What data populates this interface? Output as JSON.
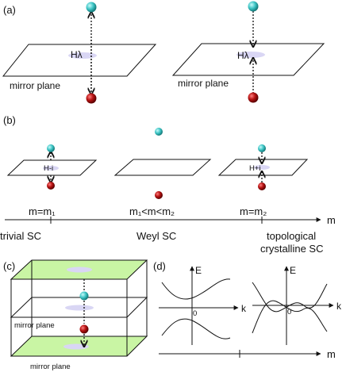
{
  "panels": {
    "a": "(a)",
    "b": "(b)",
    "c": "(c)",
    "d": "(d)"
  },
  "labels": {
    "H_lambda": "Hλ",
    "H_minus_i": "H-i",
    "H_plus_i": "H+i",
    "mirror_plane": "mirror plane",
    "m_axis": "m",
    "E_axis": "E",
    "k_axis": "k",
    "zero": "0"
  },
  "transitions": [
    {
      "marker": "m=m₁",
      "phase": "trivial SC"
    },
    {
      "marker": "m₁<m<m₂",
      "phase": "Weyl SC"
    },
    {
      "marker": "m=m₂",
      "phase_line1": "topological",
      "phase_line2": "crystalline SC"
    }
  ],
  "colors": {
    "cyan_ball": "#3cc4c4",
    "red_ball": "#9c1010",
    "green_plane": "#c9f5a4",
    "lavender_patch": "#d9d6f4"
  }
}
